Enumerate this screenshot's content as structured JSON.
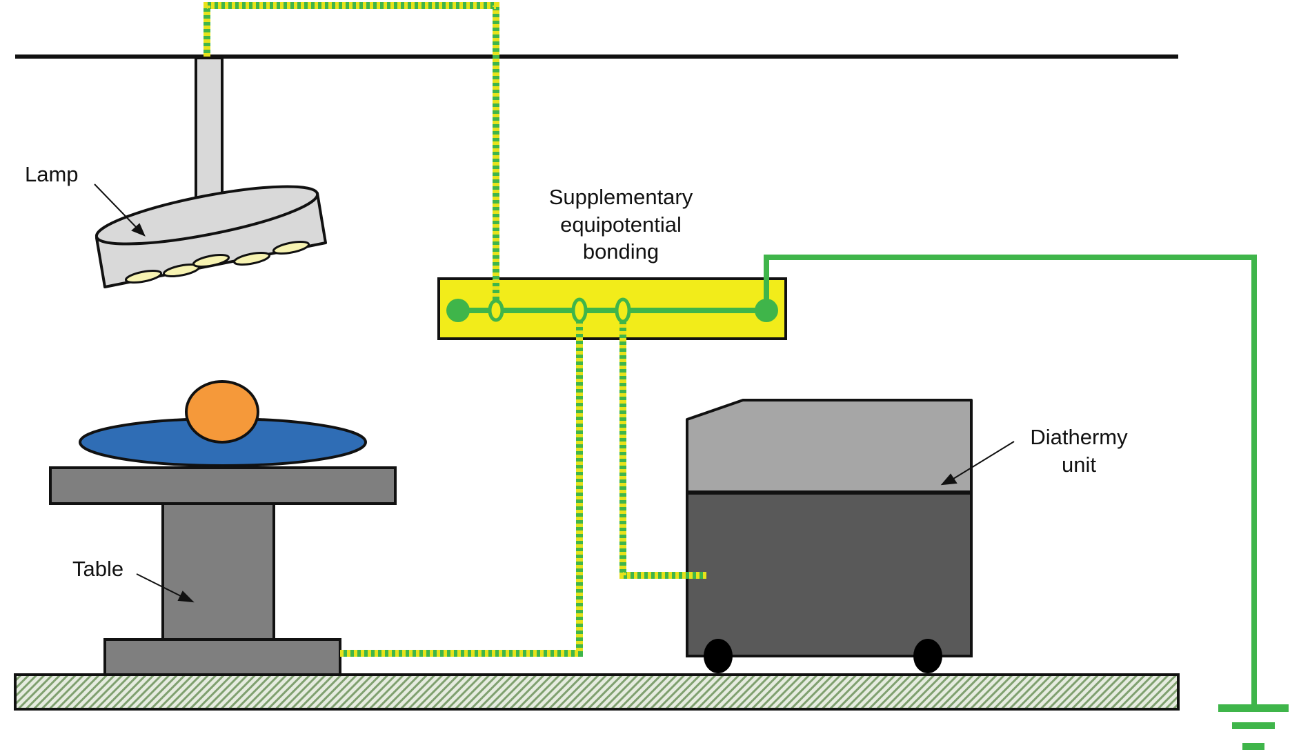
{
  "labels": {
    "lamp": "Lamp",
    "table": "Table",
    "bonding_line1": "Supplementary",
    "bonding_line2": "equipotential",
    "bonding_line3": "bonding",
    "diathermy_line1": "Diathermy",
    "diathermy_line2": "unit"
  },
  "colors": {
    "earth_green": "#3fb54a",
    "earth_yellow": "#e8e21a",
    "busbar_yellow": "#f2ec1a",
    "patient_blue": "#2f6db5",
    "patient_head": "#f5993a",
    "lamp_body": "#d9d9d9",
    "table_grey": "#7f7f7f",
    "unit_top": "#a6a6a6",
    "unit_bottom": "#595959",
    "floor_hatch": "#7fa06f"
  }
}
